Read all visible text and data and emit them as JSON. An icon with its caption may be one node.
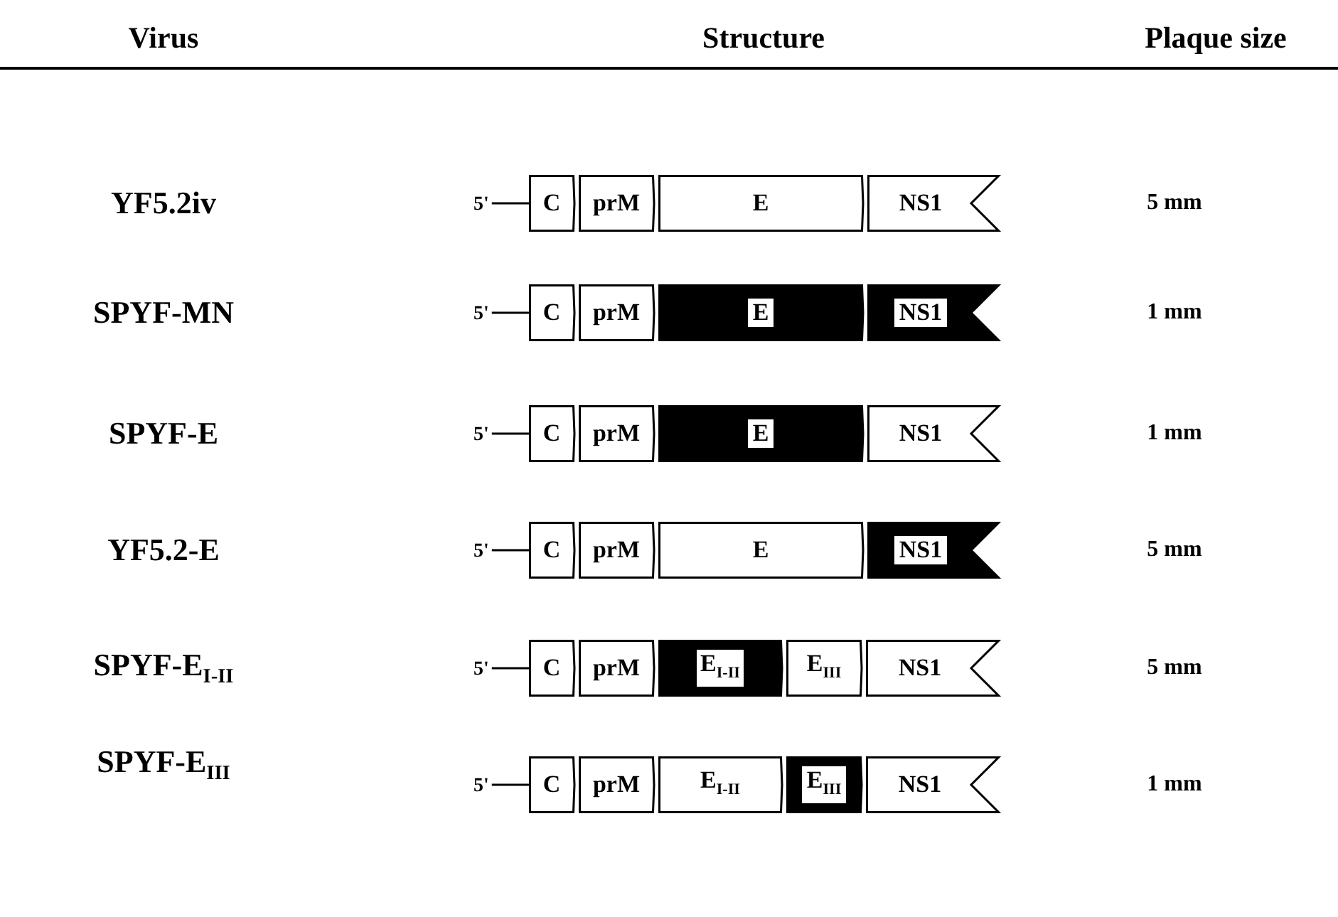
{
  "diagram": {
    "nodes": [
      {
        "text": [
          "5'"
        ]
      },
      {
        "text": [
          "C"
        ]
      },
      {
        "text": [
          "prM"
        ]
      },
      {
        "text": [
          "E"
        ]
      },
      {
        "text": [
          "NS1"
        ]
      },
      {
        "text": [
          "5'"
        ]
      },
      {
        "text": [
          "C"
        ]
      },
      {
        "text": [
          "prM"
        ]
      },
      {
        "text": [
          "E"
        ]
      },
      {
        "text": [
          "NS1"
        ]
      },
      {
        "text": [
          "5'"
        ]
      },
      {
        "text": [
          "C"
        ]
      },
      {
        "text": [
          "prM"
        ]
      },
      {
        "text": [
          "E"
        ]
      },
      {
        "text": [
          "NS1"
        ]
      },
      {
        "text": [
          "5'"
        ]
      },
      {
        "text": [
          "C"
        ]
      },
      {
        "text": [
          "prM"
        ]
      },
      {
        "text": [
          "E"
        ]
      },
      {
        "text": [
          "NS1"
        ]
      },
      {
        "text": [
          "5'"
        ]
      },
      {
        "text": [
          "C"
        ]
      },
      {
        "text": [
          "prM"
        ]
      },
      {
        "text": [
          "E$_{I-II}$"
        ]
      },
      {
        "text": [
          "E$_{III}$"
        ]
      },
      {
        "text": [
          "NS1"
        ]
      },
      {
        "text": [
          "5'"
        ]
      },
      {
        "text": [
          "C"
        ]
      },
      {
        "text": [
          "prM"
        ]
      },
      {
        "text": [
          "E$_{I-II}$"
        ]
      },
      {
        "text": [
          "E$_{III}$"
        ]
      },
      {
        "text": [
          "NS1"
        ]
      }
    ],
    "edges": [
      {
        "from": 0,
        "to": 1,
        "arrow": "none"
      },
      {
        "from": 5,
        "to": 6,
        "arrow": "none"
      },
      {
        "from": 10,
        "to": 11,
        "arrow": "none"
      },
      {
        "from": 15,
        "to": 16,
        "arrow": "none"
      },
      {
        "from": 20,
        "to": 21,
        "arrow": "none"
      },
      {
        "from": 26,
        "to": 27,
        "arrow": "none"
      }
    ],
    "labels": [
      "Virus",
      "Structure",
      "Plaque size",
      "YF5.2iv",
      "5 mm",
      "SPYF-MN",
      "1 mm",
      "SPYF-E",
      "1 mm",
      "YF5.2-E",
      "5 mm",
      "SPYF-E$_{I-II}$",
      "5 mm",
      "SPYF-E$_{III}$",
      "1 mm"
    ]
  }
}
